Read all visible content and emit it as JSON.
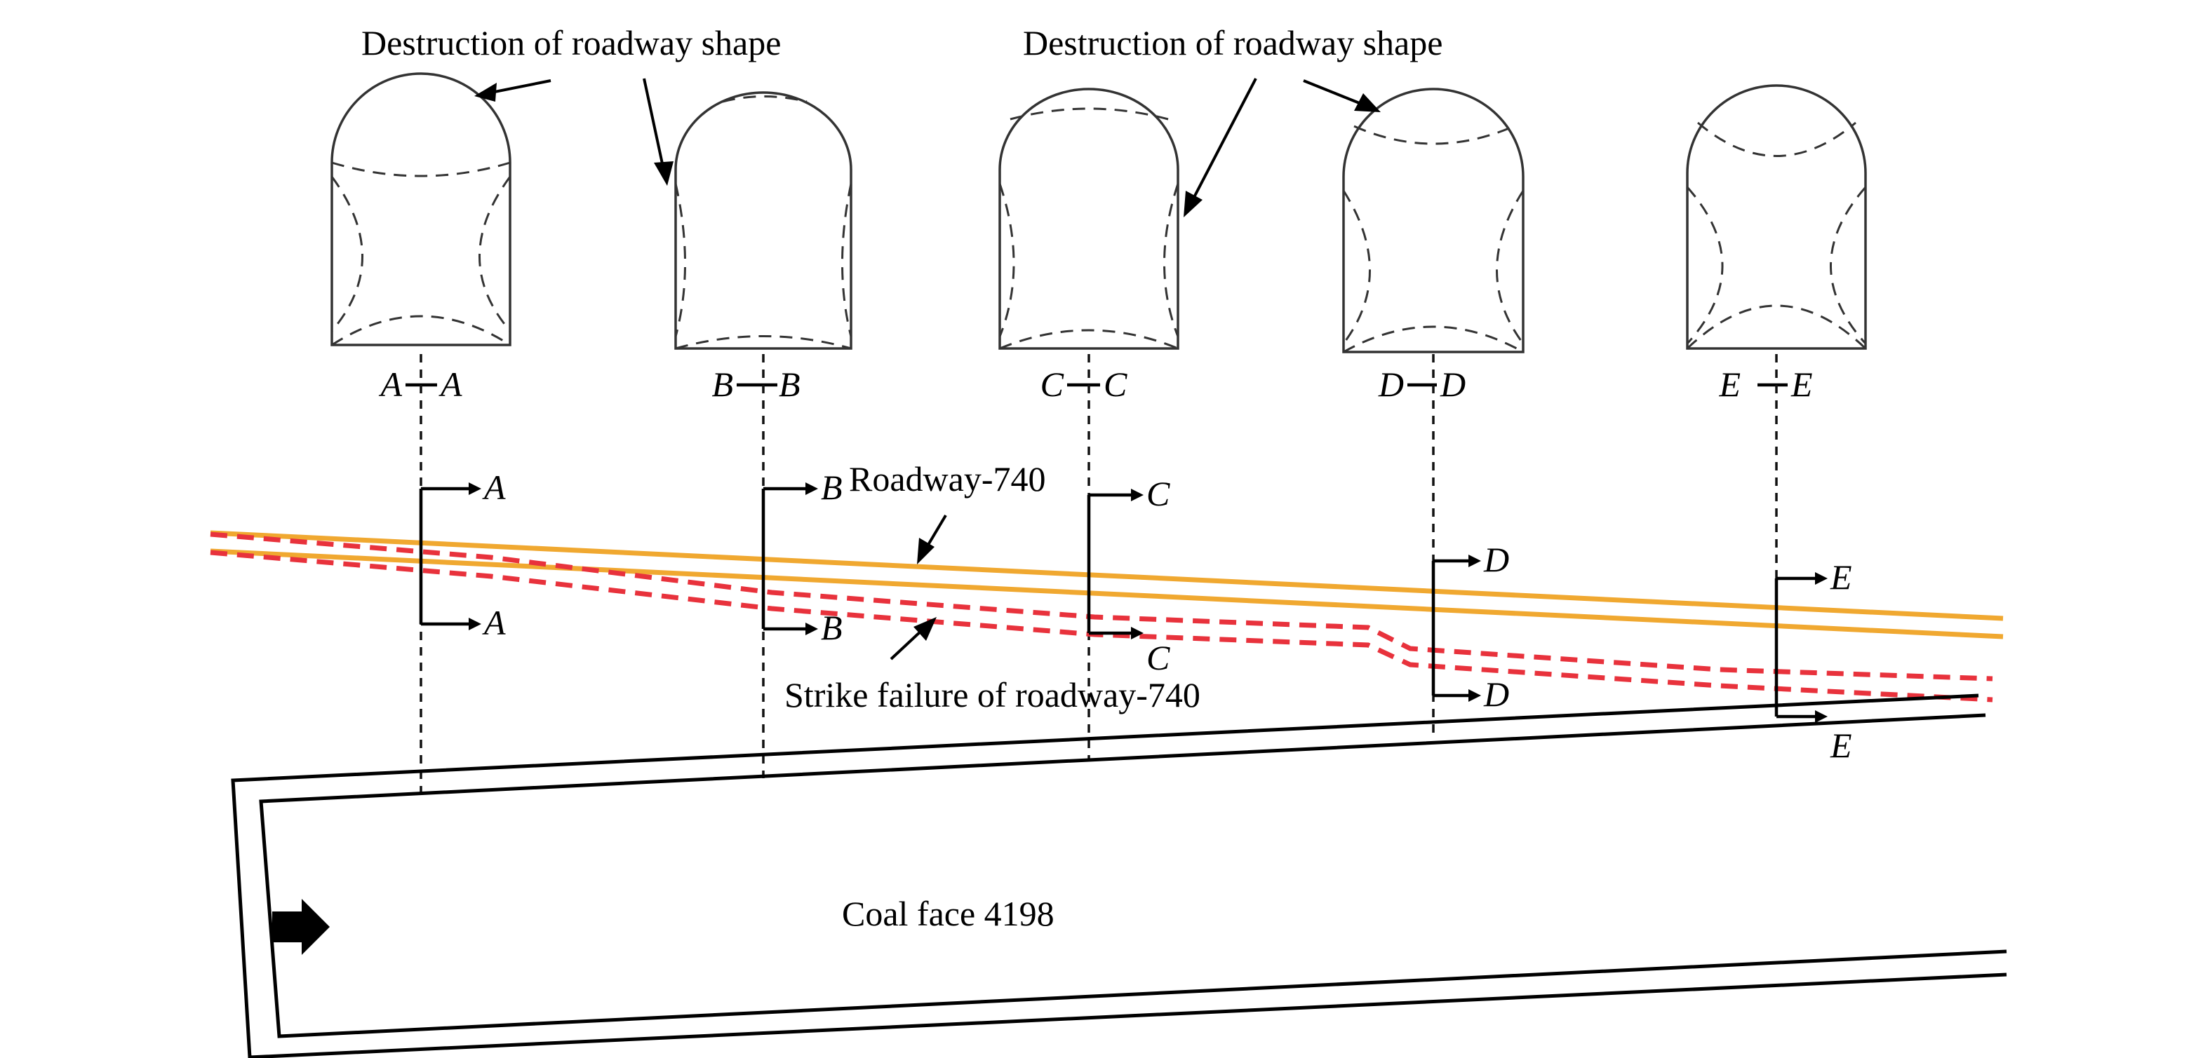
{
  "labels": {
    "destruction_left": "Destruction of roadway shape",
    "destruction_right": "Destruction of roadway shape",
    "roadway": "Roadway-740",
    "strike_failure": "Strike failure of roadway-740",
    "coal_face": "Coal face 4198"
  },
  "sections": [
    {
      "letter": "A",
      "title_left": "A",
      "title_right": "A"
    },
    {
      "letter": "B",
      "title_left": "B",
      "title_right": "B"
    },
    {
      "letter": "C",
      "title_left": "C",
      "title_right": "C"
    },
    {
      "letter": "D",
      "title_left": "D",
      "title_right": "D"
    },
    {
      "letter": "E",
      "title_left": "E",
      "title_right": "E"
    }
  ],
  "colors": {
    "roadway_line": "#f0a830",
    "failure_line": "#e8323c",
    "ink": "#000000"
  },
  "icons": {
    "advance_arrow": "right-arrow-icon"
  }
}
